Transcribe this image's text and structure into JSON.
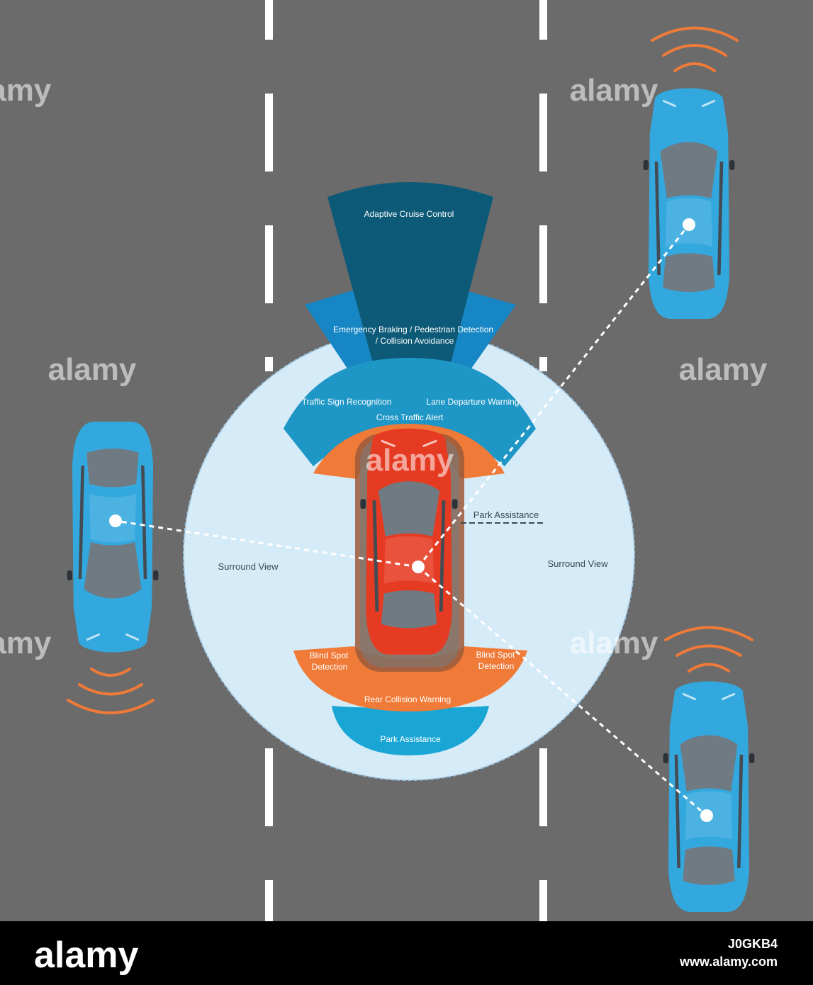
{
  "labels": {
    "adaptive_cruise": "Adaptive Cruise Control",
    "emergency_line1": "Emergency Braking / Pedestrian Detection",
    "emergency_line2": "/ Collision Avoidance",
    "traffic_sign": "Traffic Sign Recognition",
    "lane_departure": "Lane Departure Warning",
    "cross_traffic": "Cross Traffic Alert",
    "park_assist_side": "Park Assistance",
    "surround_left": "Surround View",
    "surround_right": "Surround View",
    "blind_spot_left_1": "Blind Spot",
    "blind_spot_left_2": "Detection",
    "blind_spot_right_1": "Blind Spot",
    "blind_spot_right_2": "Detection",
    "rear_collision": "Rear Collision Warning",
    "park_assist_rear": "Park Assistance"
  },
  "watermark": {
    "word": "alamy",
    "brand": "alamy",
    "image_id": "J0GKB4",
    "site": "www.alamy.com"
  },
  "colors": {
    "road": "#6b6b6b",
    "lane_marking": "#ffffff",
    "surround_circle": "#d6ebf8",
    "adaptive_cruise": "#0d5a78",
    "emergency_braking": "#1786c4",
    "traffic_sign": "#1e96c6",
    "cross_traffic": "#f07a38",
    "rear_collision": "#f07a38",
    "park_assist_rear": "#1aa6d4",
    "ego_car": "#e63b23",
    "other_car": "#33a8de",
    "signal_wave": "#f07a38"
  }
}
